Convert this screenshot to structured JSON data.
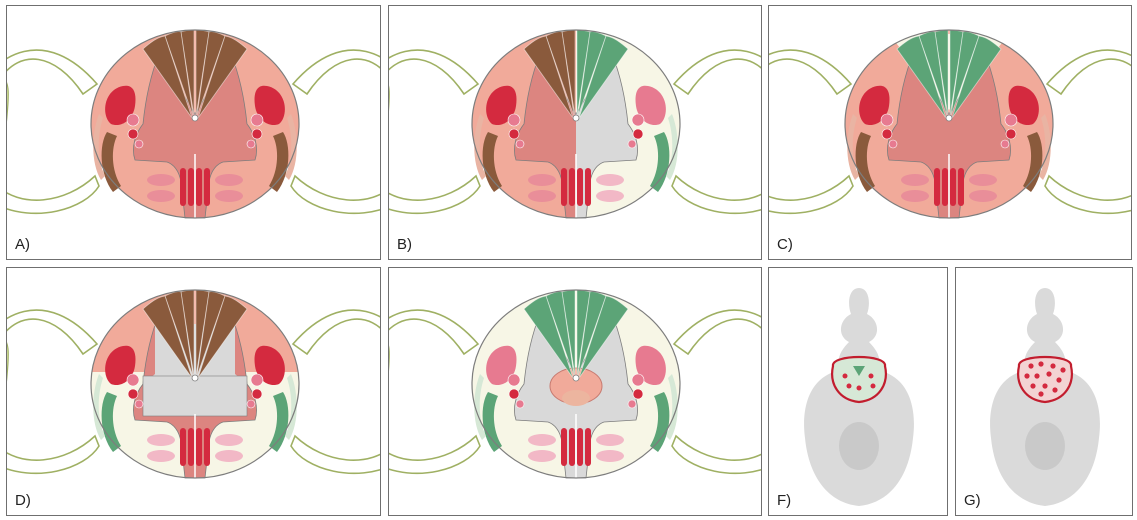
{
  "panels": [
    {
      "label": "A)",
      "variant": "A"
    },
    {
      "label": "B)",
      "variant": "B"
    },
    {
      "label": "C)",
      "variant": "C"
    },
    {
      "label": "D)",
      "variant": "D"
    },
    {
      "label": "",
      "variant": "E"
    },
    {
      "label": "F)",
      "variant": "F"
    },
    {
      "label": "G)",
      "variant": "G"
    }
  ],
  "colors": {
    "nerve_root": "#dfe8a8",
    "nerve_root_stroke": "#9fb063",
    "white_matter_affected": "#f1aa9a",
    "white_matter_spared": "#f7f6e6",
    "gray_matter_affected": "#dc8580",
    "gray_matter_spared": "#d9d9d9",
    "dorsal_column_affected": "#8a5a3c",
    "dorsal_column_spared": "#5ca477",
    "tract_red": "#d42a3f",
    "tract_pink": "#e77a90",
    "tract_pale_green": "#d6e8d6",
    "cord_outline": "#7d7d7d",
    "silhouette": "#dadada",
    "lesion_ring": "#c21d2e"
  }
}
